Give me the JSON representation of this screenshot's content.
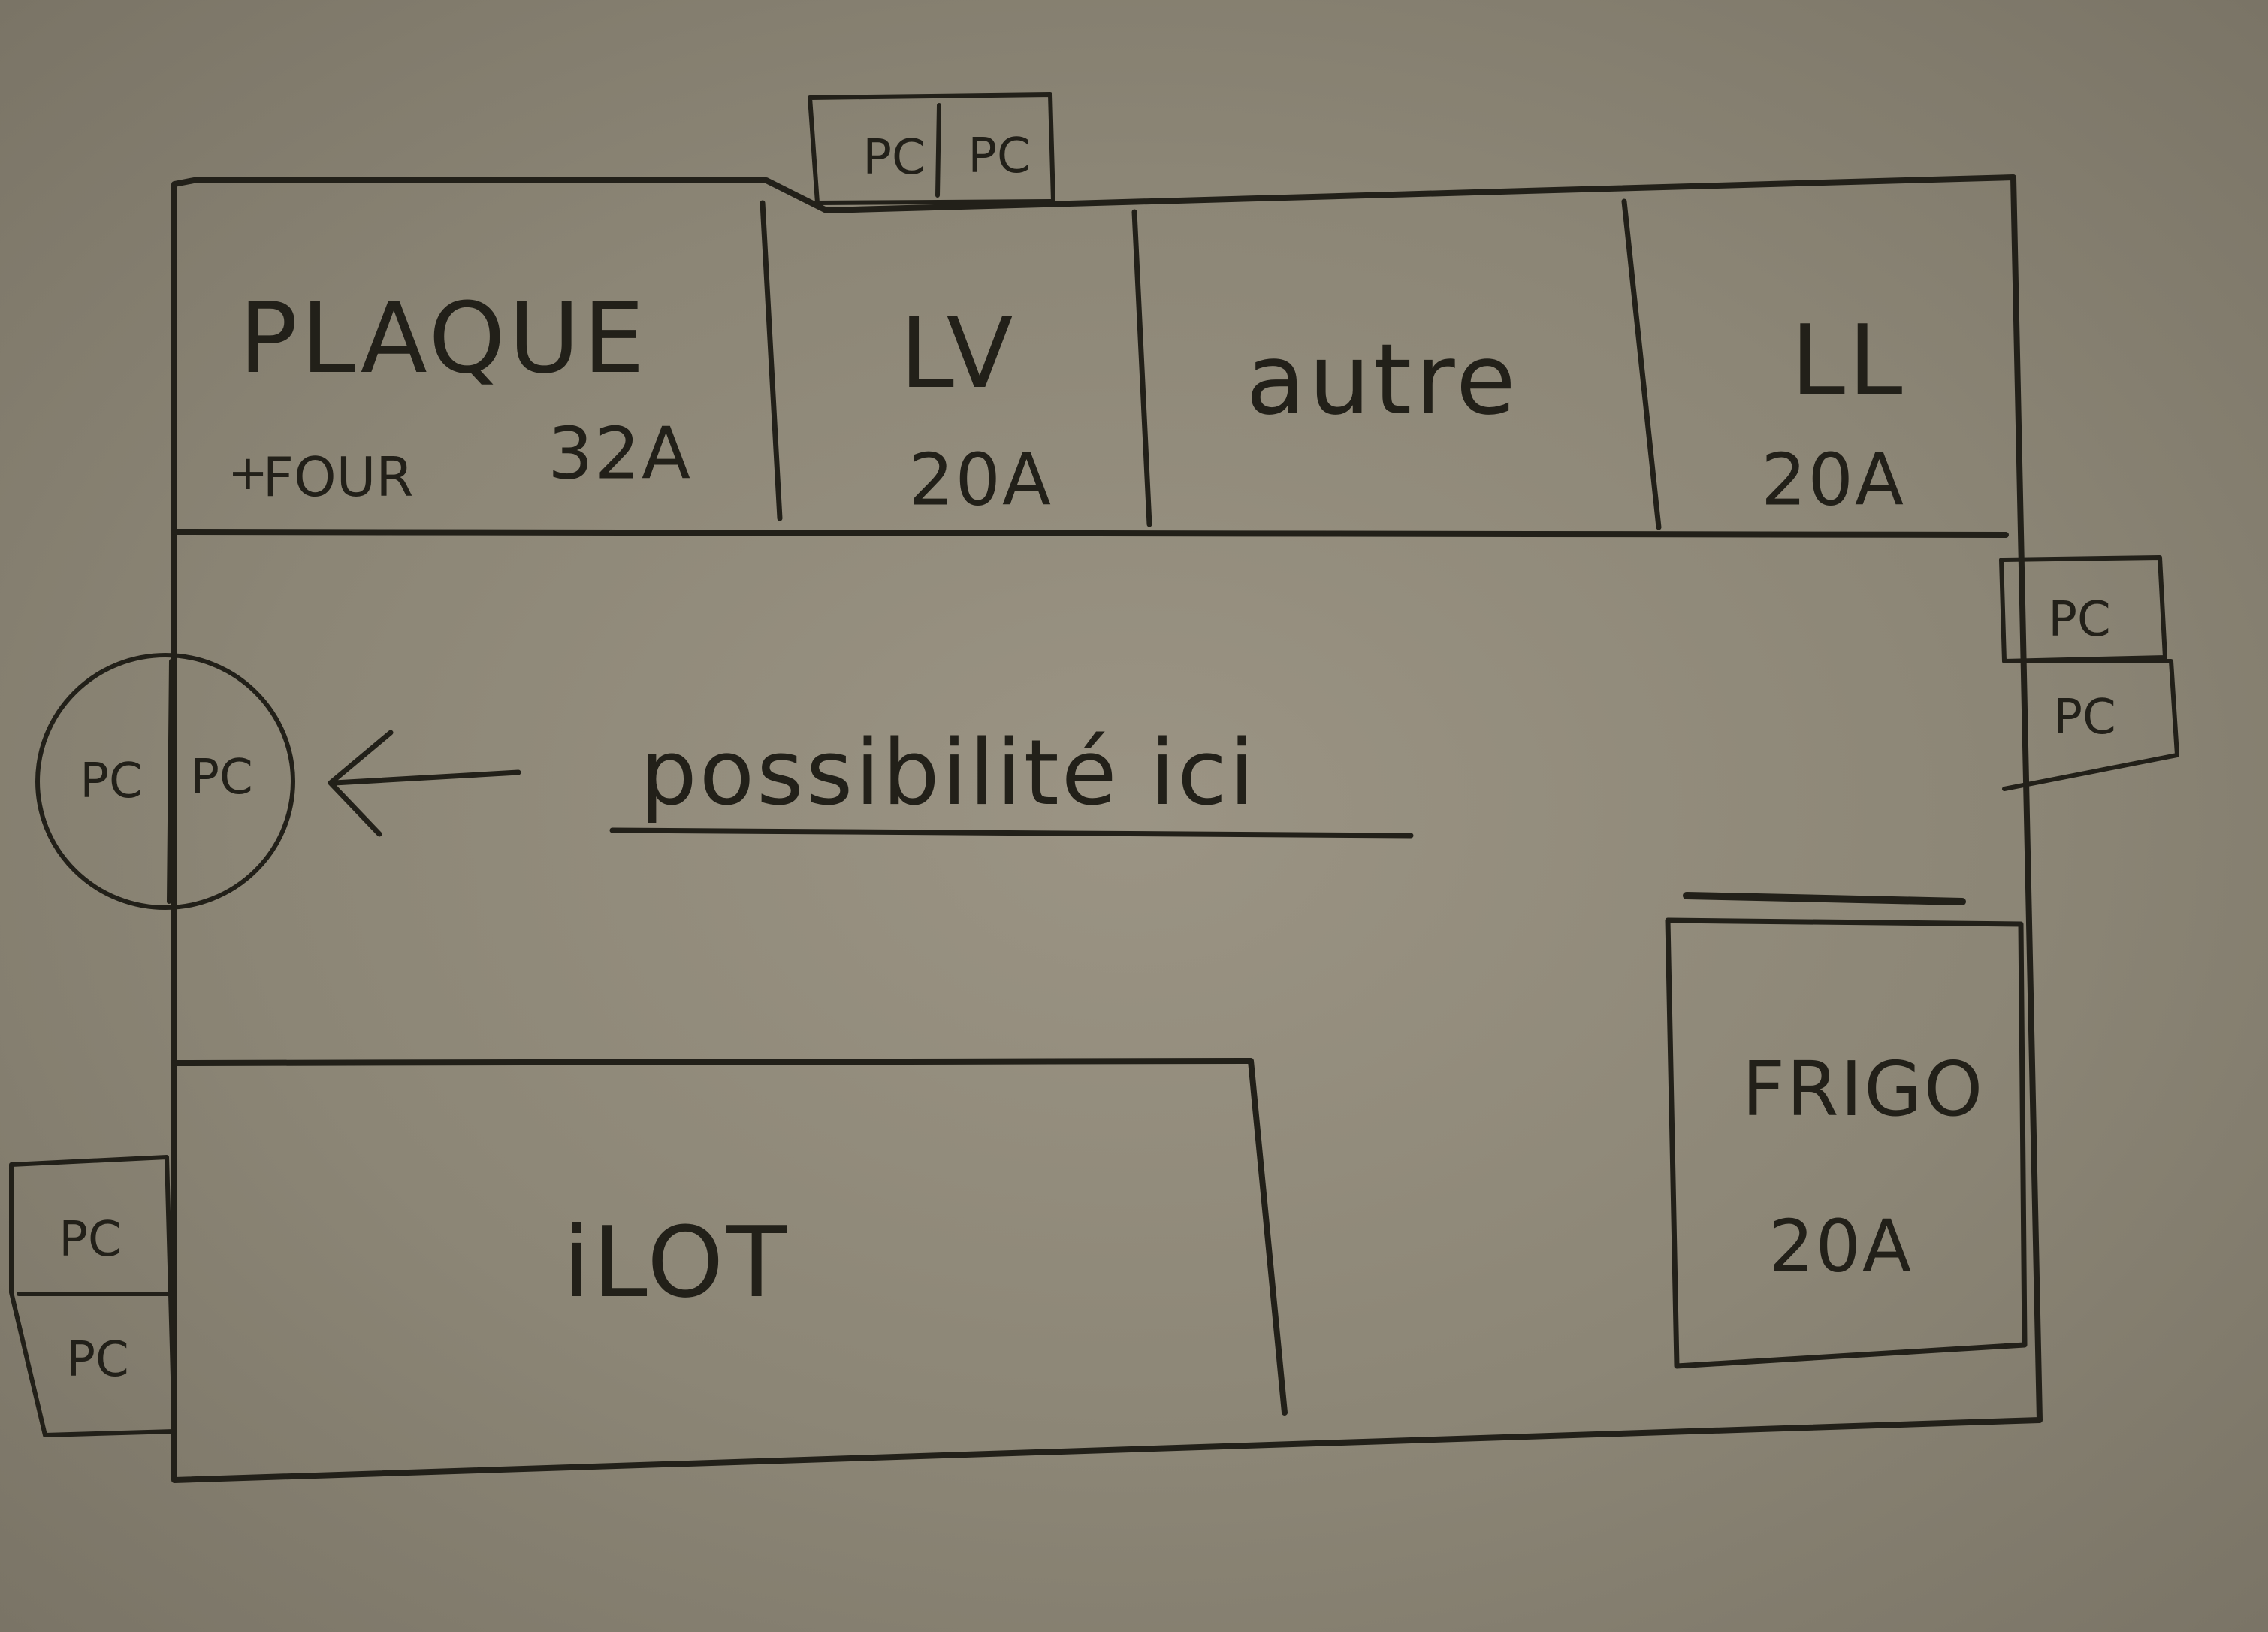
{
  "outlets": {
    "label": "PC"
  },
  "zones": {
    "plaque": {
      "name": "PLAQUE",
      "add_on": "FOUR",
      "amps": "32A"
    },
    "lv": {
      "name": "LV",
      "amps": "20A"
    },
    "middle": {
      "name": "autre"
    },
    "ll": {
      "name": "LL",
      "amps": "20A"
    },
    "frigo": {
      "name": "FRIGO",
      "amps": "20A"
    },
    "ilot": {
      "name": "iLOT"
    }
  },
  "note": {
    "text": "possibilité ici",
    "plus": "+"
  }
}
